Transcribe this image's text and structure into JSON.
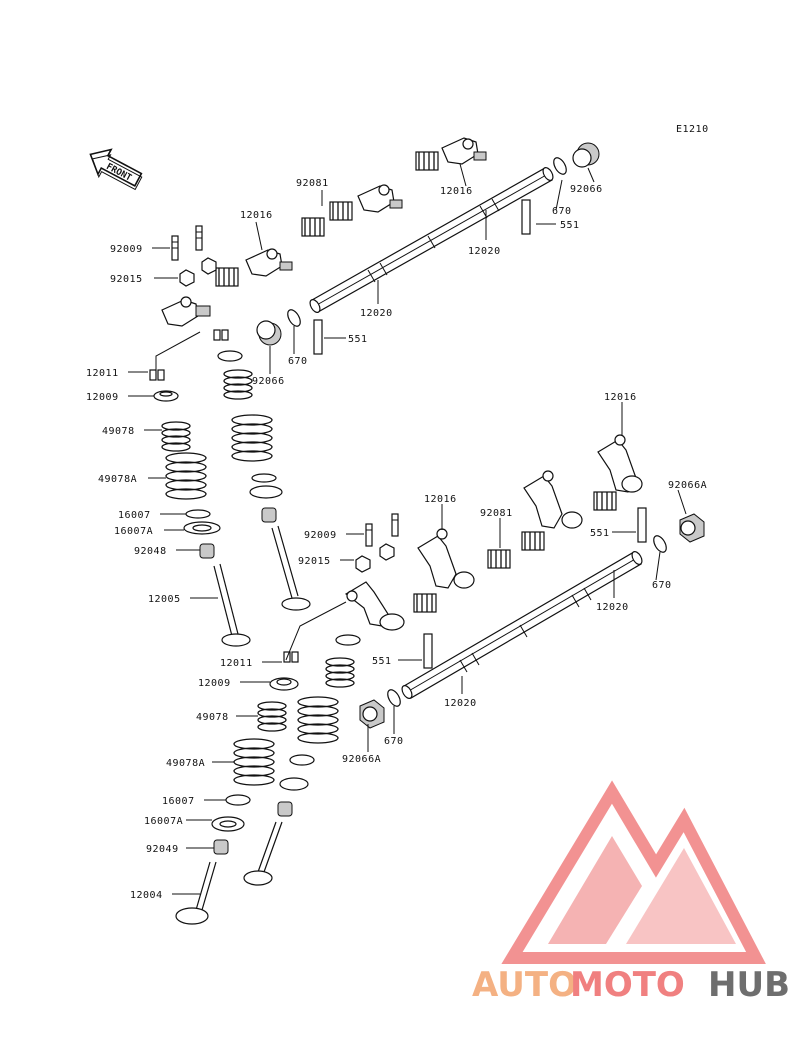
{
  "figure_code": "E1210",
  "front_label": "FRONT",
  "watermark": {
    "part1": "AUTO",
    "part2": "MOTO",
    "part3": "HUB",
    "color1": "#f4b183",
    "color2": "#f08080",
    "color3": "#6e6e6e"
  },
  "labels": {
    "l_92081_top": "92081",
    "l_12016_top_left": "12016",
    "l_12016_top_right": "12016",
    "l_92066_top": "92066",
    "l_670_top_right": "670",
    "l_551_top_right": "551",
    "l_12020_top_upper": "12020",
    "l_92009_top": "92009",
    "l_92015_top": "92015",
    "l_12020_top_lower": "12020",
    "l_551_top_left": "551",
    "l_670_top_left": "670",
    "l_92066_top_left": "92066",
    "l_12011_top": "12011",
    "l_12009_top": "12009",
    "l_49078_top": "49078",
    "l_49078A_top": "49078A",
    "l_16007_top": "16007",
    "l_16007A_top": "16007A",
    "l_92048": "92048",
    "l_12005": "12005",
    "l_12016_bot_right": "12016",
    "l_92066A_bot_right": "92066A",
    "l_12016_bot_mid": "12016",
    "l_92081_bot": "92081",
    "l_551_bot_right": "551",
    "l_92009_bot": "92009",
    "l_92015_bot": "92015",
    "l_670_bot_right": "670",
    "l_12020_bot_upper": "12020",
    "l_551_bot_left": "551",
    "l_12011_bot": "12011",
    "l_12009_bot": "12009",
    "l_12020_bot_lower": "12020",
    "l_49078_bot": "49078",
    "l_670_bot_left": "670",
    "l_92066A_bot_left": "92066A",
    "l_49078A_bot": "49078A",
    "l_16007_bot": "16007",
    "l_16007A_bot": "16007A",
    "l_92049": "92049",
    "l_12004": "12004"
  }
}
